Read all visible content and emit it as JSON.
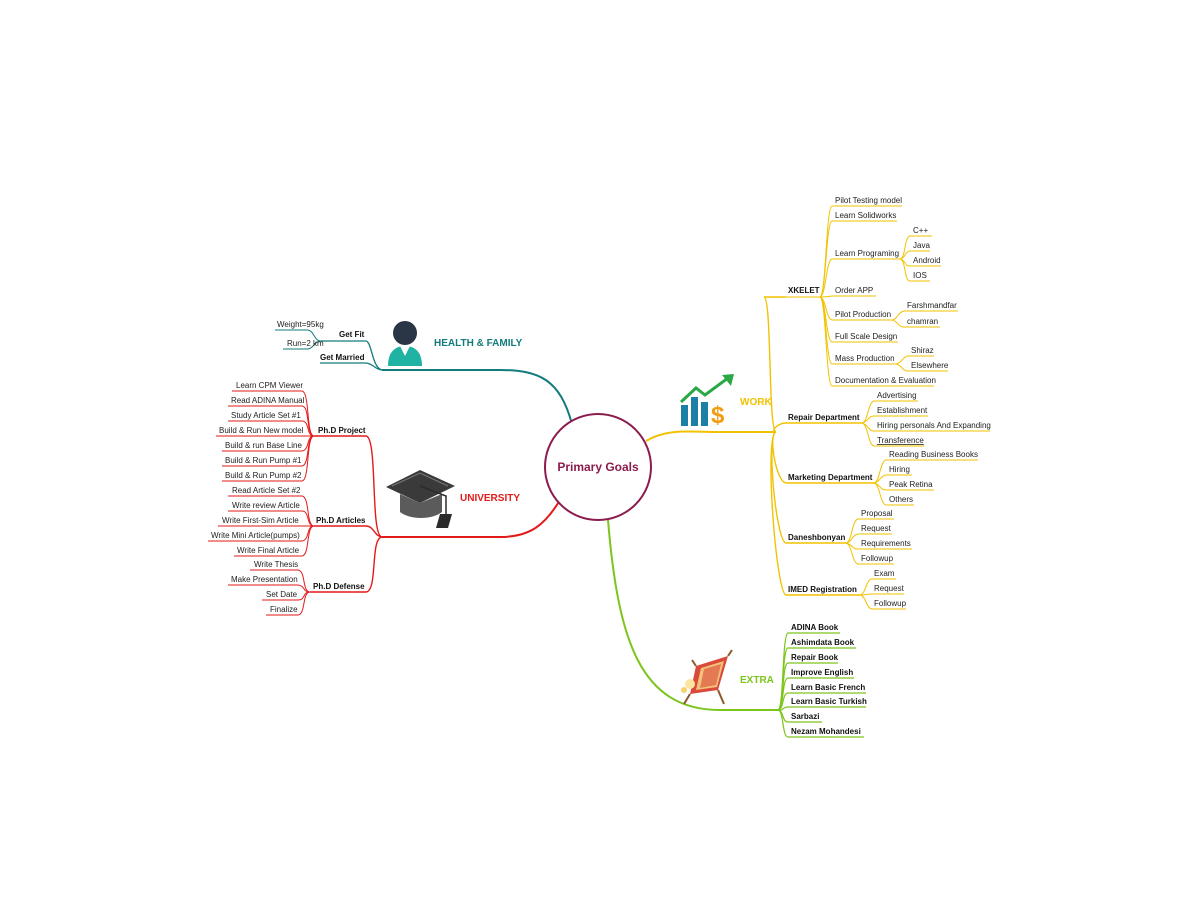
{
  "center": {
    "label": "Primary Goals"
  },
  "colors": {
    "health": "#137b7b",
    "university": "#e31a1a",
    "work": "#f2c200",
    "extra": "#7cc51c",
    "center_ring": "#8a1c4e",
    "work_label": "#f2c200"
  },
  "branches": {
    "health": {
      "label": "HEALTH & FAMILY",
      "icon": "person-icon",
      "nodes": {
        "get_fit": "Get Fit",
        "weight": "Weight=95kg",
        "run": "Run=2 km",
        "get_married": "Get Married"
      }
    },
    "university": {
      "label": "UNIVERSITY",
      "icon": "graduation-cap-icon",
      "project": {
        "label": "Ph.D Project",
        "items": [
          "Learn CPM Viewer",
          "Read ADINA Manual",
          "Study Article Set #1",
          "Build & Run New model",
          "Build & run Base Line",
          "Build & Run Pump #1",
          "Build & Run Pump #2"
        ]
      },
      "articles": {
        "label": "Ph.D Articles",
        "items": [
          "Read Article Set #2",
          "Write review Article",
          "Write First-Sim Article",
          "Write Mini Article(pumps)",
          "Write Final Article"
        ]
      },
      "defense": {
        "label": "Ph.D Defense",
        "items": [
          "Write Thesis",
          "Make Presentation",
          "Set Date",
          "Finalize"
        ]
      }
    },
    "work": {
      "label": "WORK",
      "icon": "chart-dollar-icon",
      "xkelet": {
        "label": "XKELET",
        "pilot_testing": "Pilot Testing model",
        "learn_solidworks": "Learn Solidworks",
        "learn_programing": "Learn Programing",
        "prog_items": [
          "C++",
          "Java",
          "Android",
          "IOS"
        ],
        "order_app": "Order APP",
        "pilot_production": "Pilot Production",
        "pilot_items": [
          "Farshmandfar",
          "chamran"
        ],
        "full_scale": "Full Scale Design",
        "mass_production": "Mass Production",
        "mass_items": [
          "Shiraz",
          "Elsewhere"
        ],
        "documentation": "Documentation & Evaluation"
      },
      "repair": {
        "label": "Repair Department",
        "items": [
          "Advertising",
          "Establishment",
          "Hiring personals And Expanding",
          "Transference"
        ]
      },
      "marketing": {
        "label": "Marketing Department",
        "items": [
          "Reading Business Books",
          "Hiring",
          "Peak Retina",
          "Others"
        ]
      },
      "daneshbonyan": {
        "label": "Daneshbonyan",
        "items": [
          "Proposal",
          "Request",
          "Requirements",
          "Followup"
        ]
      },
      "imed": {
        "label": "IMED Registration",
        "items": [
          "Exam",
          "Request",
          "Followup"
        ]
      }
    },
    "extra": {
      "label": "EXTRA",
      "icon": "beach-chair-icon",
      "items": [
        "ADINA Book",
        "Ashimdata Book",
        "Repair Book",
        "Improve English",
        "Learn Basic French",
        "Learn Basic Turkish",
        "Sarbazi",
        "Nezam Mohandesi"
      ]
    }
  }
}
